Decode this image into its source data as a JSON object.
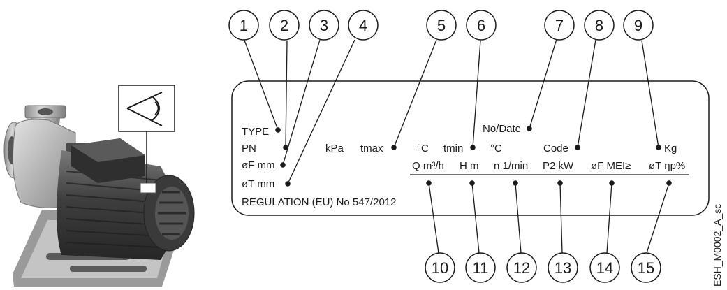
{
  "callouts": {
    "c1": "1",
    "c2": "2",
    "c3": "3",
    "c4": "4",
    "c5": "5",
    "c6": "6",
    "c7": "7",
    "c8": "8",
    "c9": "9",
    "c10": "10",
    "c11": "11",
    "c12": "12",
    "c13": "13",
    "c14": "14",
    "c15": "15"
  },
  "plate": {
    "type": "TYPE",
    "pn": "PN",
    "kpa": "kPa",
    "tmax": "tmax",
    "deg_c_1": "°C",
    "tmin": "tmin",
    "deg_c_2": "°C",
    "no_date": "No/Date",
    "code": "Code",
    "kg": "Kg",
    "of_mm": "øF mm",
    "ot_mm": "øT mm",
    "regulation": "REGULATION (EU) No 547/2012",
    "q": "Q m³/h",
    "h": "H m",
    "n": "n 1/min",
    "p2": "P2 kW",
    "of_mei": "øF MEI≥",
    "ot_eta": "øT ηp%"
  },
  "reference_code": "ESH_M0002_A_sc",
  "icons": {
    "pump": "pump-with-motor-icon",
    "view": "eye-view-icon"
  }
}
